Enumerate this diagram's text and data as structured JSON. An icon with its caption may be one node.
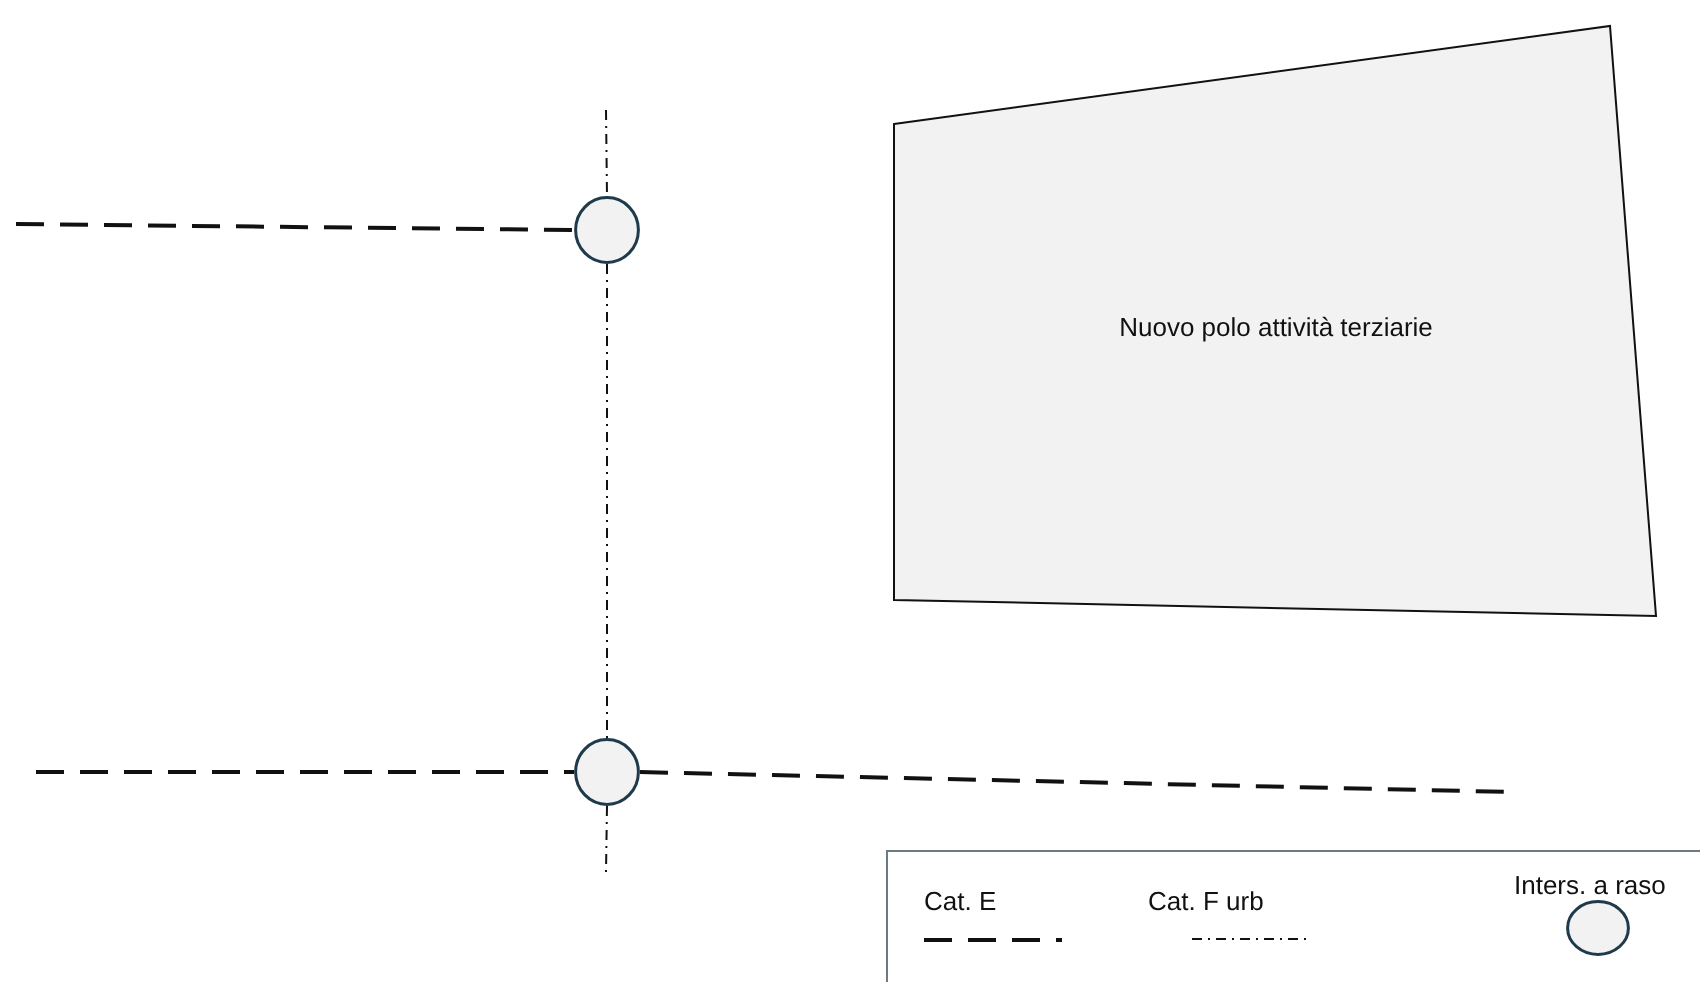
{
  "diagram": {
    "nodes": [
      {
        "text": [
          "Nuovo polo attività terziarie"
        ]
      },
      {
        "text": [],
        "shape": "circle"
      },
      {
        "text": [],
        "shape": "circle"
      }
    ],
    "edges": [
      {
        "from": null,
        "to": 1,
        "arrow": "none",
        "style": "dashed"
      },
      {
        "from": null,
        "to": 1,
        "arrow": "none",
        "style": "dashed"
      },
      {
        "from": 1,
        "to": 2,
        "arrow": "none",
        "style": "dashed"
      },
      {
        "from": null,
        "to": 2,
        "arrow": "none",
        "style": "dashed"
      },
      {
        "from": 2,
        "to": null,
        "arrow": "none",
        "style": "dashed"
      },
      {
        "from": 2,
        "to": null,
        "arrow": "none",
        "style": "dashed"
      }
    ],
    "legend": [
      {
        "text": "Cat. E"
      },
      {
        "text": "Cat. F urb"
      },
      {
        "text": "Inters. a raso"
      }
    ]
  }
}
